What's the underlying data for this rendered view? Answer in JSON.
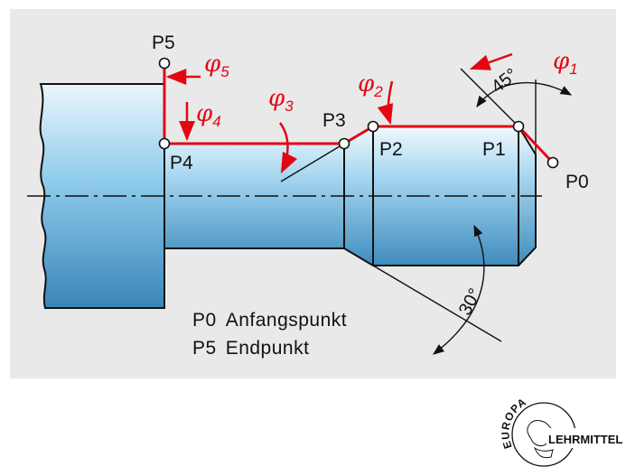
{
  "diagram": {
    "points": [
      {
        "id": "p0",
        "label": "P0"
      },
      {
        "id": "p1",
        "label": "P1"
      },
      {
        "id": "p2",
        "label": "P2"
      },
      {
        "id": "p3",
        "label": "P3"
      },
      {
        "id": "p4",
        "label": "P4"
      },
      {
        "id": "p5",
        "label": "P5"
      }
    ],
    "angles": [
      {
        "symbol": "φ",
        "index": "1"
      },
      {
        "symbol": "φ",
        "index": "2"
      },
      {
        "symbol": "φ",
        "index": "3"
      },
      {
        "symbol": "φ",
        "index": "4"
      },
      {
        "symbol": "φ",
        "index": "5"
      }
    ],
    "dimensions": {
      "chamfer_angle": "45°",
      "taper_angle": "30°"
    },
    "legend": [
      {
        "code": "P0",
        "text": "Anfangspunkt"
      },
      {
        "code": "P5",
        "text": "Endpunkt"
      }
    ],
    "colors": {
      "panel_background": "#e9e9e9",
      "contour_red": "#e30613",
      "part_blue_light": "#d7eefa",
      "part_blue_mid": "#7ec2e6",
      "part_blue_dark": "#3a86b8",
      "outline": "#111111"
    }
  },
  "logo": {
    "text_top": "EUROPA",
    "text_bottom": "LEHRMITTEL"
  }
}
